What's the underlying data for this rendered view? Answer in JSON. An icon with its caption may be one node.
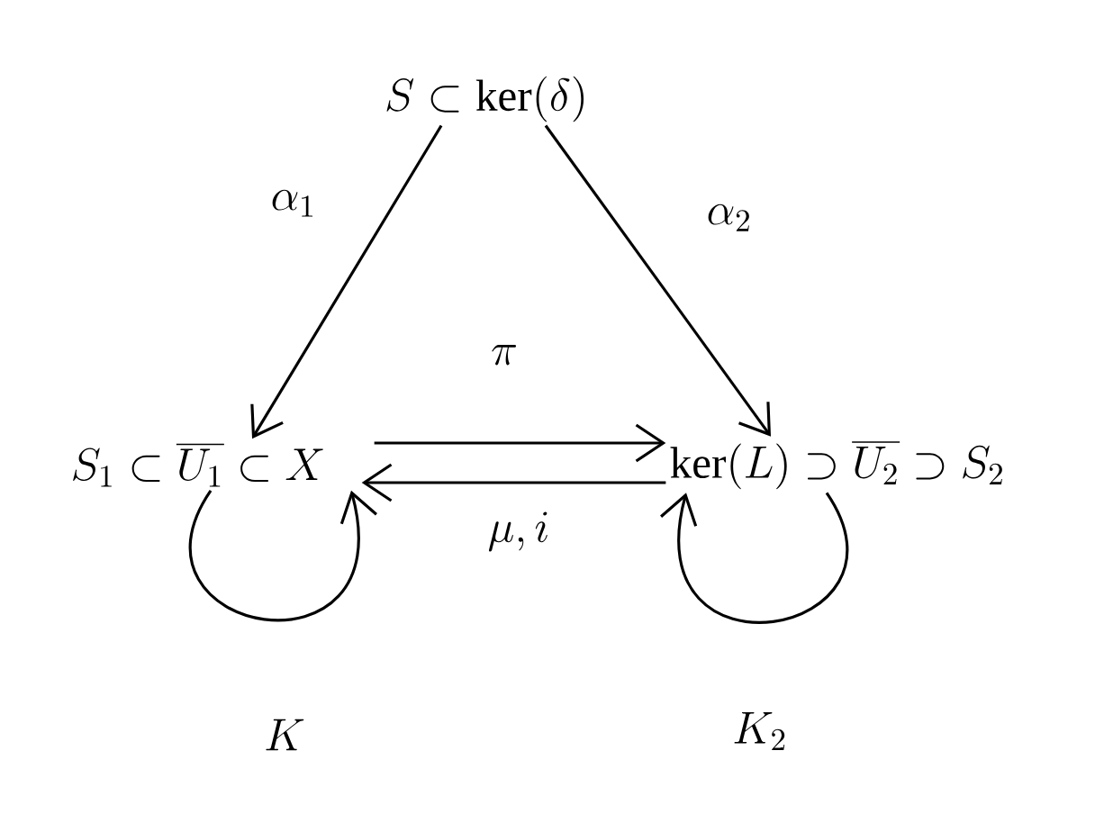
{
  "diagram": {
    "nodes": [
      {
        "text": [
          "S \\subset \\ker(\\delta)"
        ]
      },
      {
        "text": [
          "S_1 \\subset \\overline{U_1} \\subset X"
        ]
      },
      {
        "text": [
          "\\ker(L) \\supset \\overline{U_2} \\supset S_2"
        ]
      }
    ],
    "edges": [
      {
        "from": 0,
        "to": 1,
        "arrow": "to",
        "label": "\\alpha_1"
      },
      {
        "from": 0,
        "to": 2,
        "arrow": "to",
        "label": "\\alpha_2"
      },
      {
        "from": 1,
        "to": 2,
        "arrow": "to",
        "label": "\\pi"
      },
      {
        "from": 2,
        "to": 1,
        "arrow": "to",
        "label": "\\mu, i"
      },
      {
        "from": 1,
        "to": 1,
        "arrow": "to",
        "label": "K"
      },
      {
        "from": 2,
        "to": 2,
        "arrow": "to",
        "label": "K_2"
      }
    ]
  }
}
